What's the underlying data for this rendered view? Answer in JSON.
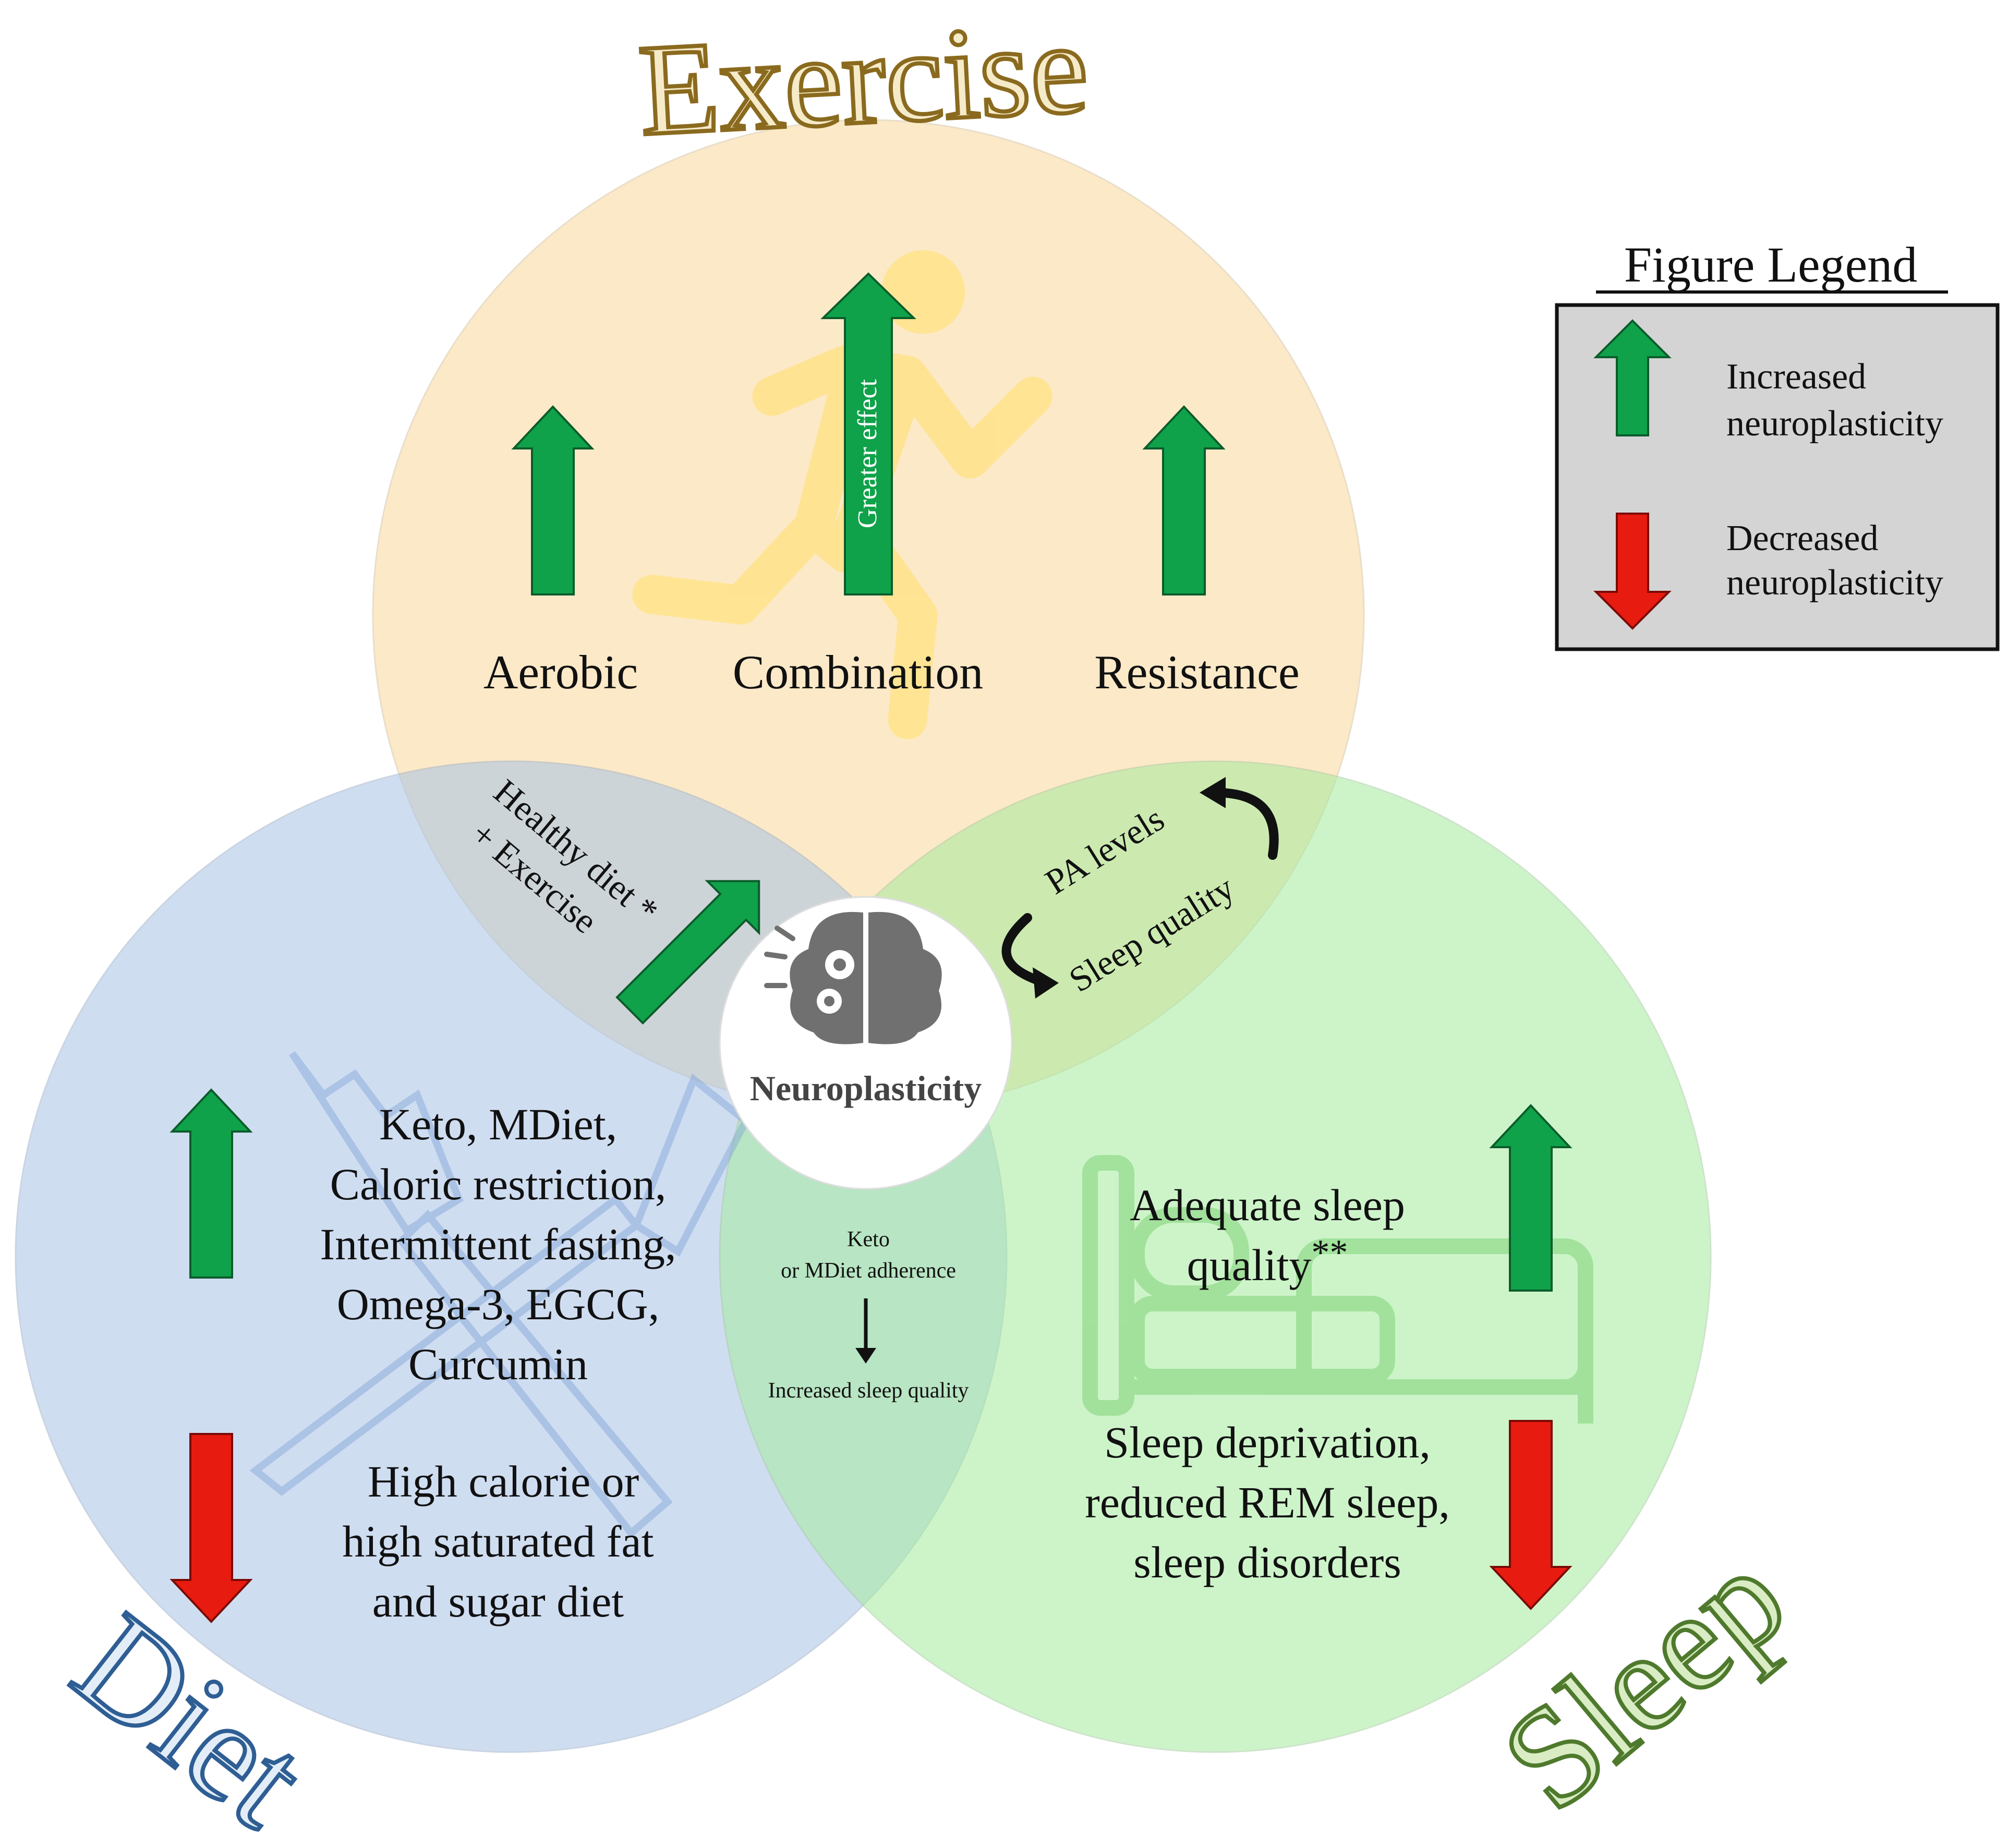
{
  "circles": {
    "exercise": {
      "title": "Exercise",
      "fill": "#FBD89A",
      "title_color": "#8A6A1E",
      "title_fill": "#F6EBC9"
    },
    "diet": {
      "title": "Diet",
      "fill": "#A8C3E6",
      "title_color": "#2E5E94",
      "title_fill": "#E3EDF8"
    },
    "sleep": {
      "title": "Sleep",
      "fill": "#A6EC9E",
      "title_color": "#4F7A2D",
      "title_fill": "#D9ECC4"
    }
  },
  "exercise_labels": {
    "aerobic": "Aerobic",
    "combination": "Combination",
    "resistance": "Resistance",
    "greater_effect": "Greater effect"
  },
  "overlaps": {
    "diet_exercise_line1": "Healthy diet *",
    "diet_exercise_line2": "+ Exercise",
    "exercise_sleep_line1": "PA levels",
    "exercise_sleep_line2": "Sleep quality",
    "diet_sleep_line1": "Keto",
    "diet_sleep_line2": "or MDiet adherence",
    "diet_sleep_line3": "Increased sleep quality"
  },
  "center": {
    "label": "Neuroplasticity"
  },
  "diet_text": {
    "positive": [
      "Keto, MDiet,",
      "Caloric restriction,",
      "Intermittent fasting,",
      "Omega-3, EGCG,",
      "Curcumin"
    ],
    "negative": [
      "High calorie or",
      "high saturated fat",
      "and sugar diet"
    ]
  },
  "sleep_text": {
    "positive_line1": "Adequate sleep",
    "positive_line2": "quality",
    "positive_mark": "**",
    "negative": [
      "Sleep deprivation,",
      "reduced REM sleep,",
      "sleep disorders"
    ]
  },
  "legend": {
    "title": "Figure Legend",
    "increased_line1": "Increased",
    "increased_line2": "neuroplasticity",
    "decreased_line1": "Decreased",
    "decreased_line2": "neuroplasticity",
    "box_fill": "#D4D4D4"
  },
  "colors": {
    "up_arrow": "#0FA24A",
    "down_arrow": "#E81B10",
    "icon_overlay": "#FFE38A"
  }
}
